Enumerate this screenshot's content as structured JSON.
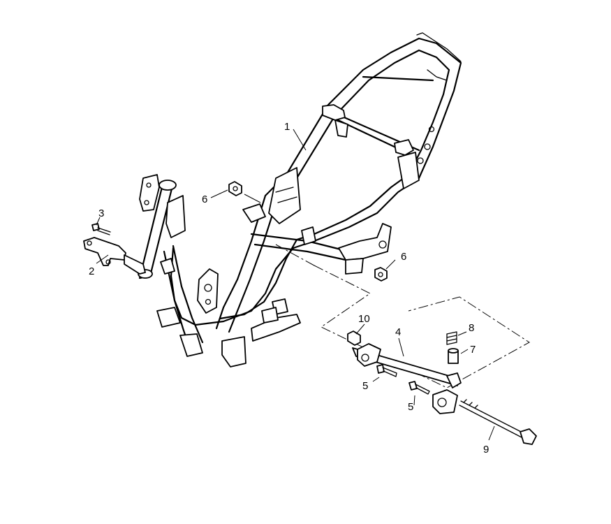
{
  "callouts": {
    "c1": "1",
    "c2": "2",
    "c3": "3",
    "c4": "4",
    "c5a": "5",
    "c5b": "5",
    "c6a": "6",
    "c6b": "6",
    "c7": "7",
    "c8": "8",
    "c9": "9",
    "c10": "10"
  }
}
